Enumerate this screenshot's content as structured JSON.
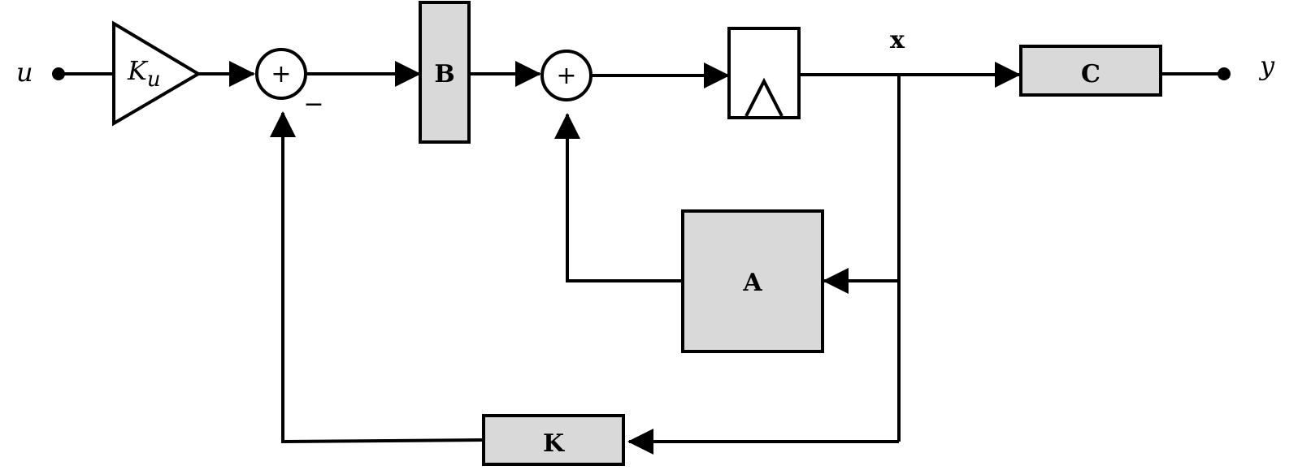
{
  "diagram": {
    "input_label": "u",
    "output_label": "y",
    "gain_label_main": "K",
    "gain_label_sub": "u",
    "block_b": "B",
    "block_a": "A",
    "block_c": "C",
    "block_k": "K",
    "state_label": "x",
    "sum1_sign_plus": "+",
    "sum1_sign_minus": "−",
    "sum2_sign_plus": "+",
    "colors": {
      "line": "#000000",
      "block_fill": "#d9d9d9",
      "background": "#ffffff"
    }
  }
}
